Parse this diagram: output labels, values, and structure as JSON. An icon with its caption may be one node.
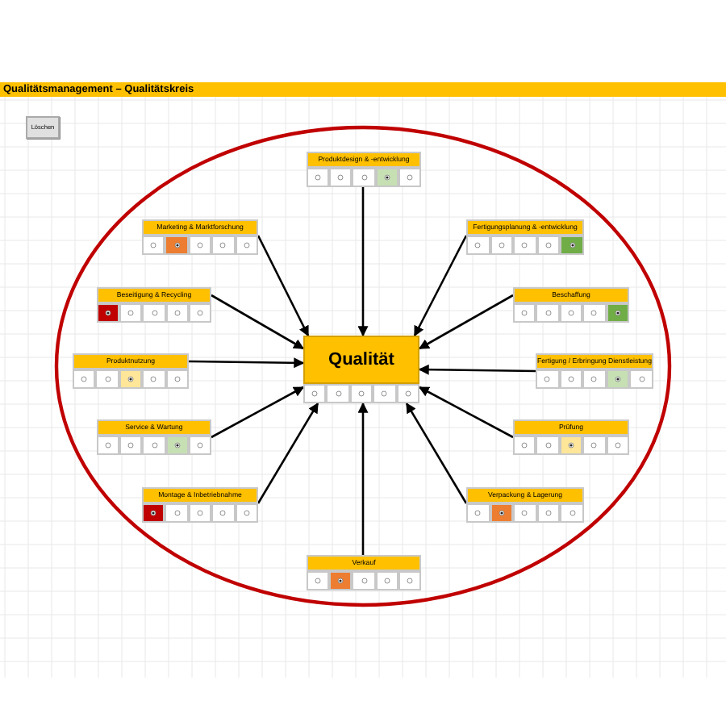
{
  "diagram": {
    "title": "Qualitätsmanagement – Qualitätskreis",
    "nodes": [
      {
        "text": [
          "Produktdesign & -entwicklung"
        ]
      },
      {
        "text": [
          "Marketing & Marktforschung"
        ]
      },
      {
        "text": [
          "Fertigungsplanung & -entwicklung"
        ]
      },
      {
        "text": [
          "Beseitigung & Recycling"
        ]
      },
      {
        "text": [
          "Beschaffung"
        ]
      },
      {
        "text": [
          "Qualität"
        ]
      },
      {
        "text": [
          "Produktnutzung"
        ]
      },
      {
        "text": [
          "Fertigung / Erbringung Dienstleistung"
        ]
      },
      {
        "text": [
          "Service & Wartung"
        ]
      },
      {
        "text": [
          "Prüfung"
        ]
      },
      {
        "text": [
          "Montage & Inbetriebnahme"
        ]
      },
      {
        "text": [
          "Verpackung & Lagerung"
        ]
      },
      {
        "text": [
          "Verkauf"
        ]
      }
    ],
    "edges": [
      {
        "from": 0,
        "to": 5,
        "arrow": "to"
      },
      {
        "from": 1,
        "to": 5,
        "arrow": "to"
      },
      {
        "from": 2,
        "to": 5,
        "arrow": "to"
      },
      {
        "from": 3,
        "to": 5,
        "arrow": "to"
      },
      {
        "from": 4,
        "to": 5,
        "arrow": "to"
      },
      {
        "from": 6,
        "to": 5,
        "arrow": "to"
      },
      {
        "from": 7,
        "to": 5,
        "arrow": "to"
      },
      {
        "from": 8,
        "to": 5,
        "arrow": "to"
      },
      {
        "from": 9,
        "to": 5,
        "arrow": "to"
      },
      {
        "from": 10,
        "to": 5,
        "arrow": "to"
      },
      {
        "from": 11,
        "to": 5,
        "arrow": "to"
      },
      {
        "from": 12,
        "to": 5,
        "arrow": "to"
      }
    ],
    "labels": [
      "Löschen"
    ]
  }
}
